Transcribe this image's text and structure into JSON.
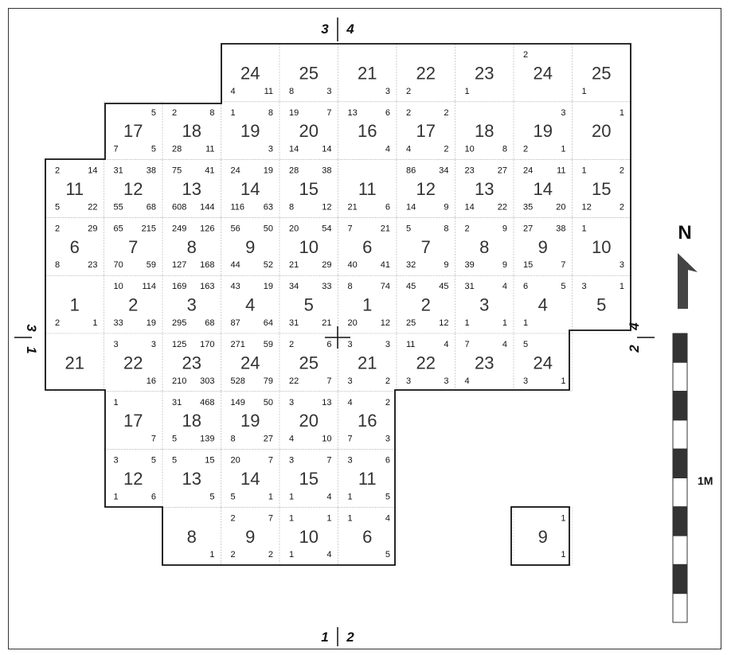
{
  "zone_labels": {
    "top": [
      "3",
      "4"
    ],
    "bottom": [
      "1",
      "2"
    ],
    "left": [
      "3",
      "1"
    ],
    "right": [
      "2",
      "4"
    ]
  },
  "north_label": "N",
  "scale_label": "1M",
  "cells": [
    {
      "row": 0,
      "col": 3,
      "n": "24",
      "tl": "",
      "tr": "",
      "bl": "4",
      "br": "11"
    },
    {
      "row": 0,
      "col": 4,
      "n": "25",
      "tl": "",
      "tr": "",
      "bl": "8",
      "br": "3"
    },
    {
      "row": 0,
      "col": 5,
      "n": "21",
      "tl": "",
      "tr": "",
      "bl": "",
      "br": "3"
    },
    {
      "row": 0,
      "col": 6,
      "n": "22",
      "tl": "",
      "tr": "",
      "bl": "2",
      "br": ""
    },
    {
      "row": 0,
      "col": 7,
      "n": "23",
      "tl": "",
      "tr": "",
      "bl": "1",
      "br": ""
    },
    {
      "row": 0,
      "col": 8,
      "n": "24",
      "tl": "2",
      "tr": "",
      "bl": "",
      "br": ""
    },
    {
      "row": 0,
      "col": 9,
      "n": "25",
      "tl": "",
      "tr": "",
      "bl": "1",
      "br": ""
    },
    {
      "row": 1,
      "col": 1,
      "n": "17",
      "tl": "",
      "tr": "5",
      "bl": "7",
      "br": "5"
    },
    {
      "row": 1,
      "col": 2,
      "n": "18",
      "tl": "2",
      "tr": "8",
      "bl": "28",
      "br": "11"
    },
    {
      "row": 1,
      "col": 3,
      "n": "19",
      "tl": "1",
      "tr": "8",
      "bl": "",
      "br": "3"
    },
    {
      "row": 1,
      "col": 4,
      "n": "20",
      "tl": "19",
      "tr": "7",
      "bl": "14",
      "br": "14"
    },
    {
      "row": 1,
      "col": 5,
      "n": "16",
      "tl": "13",
      "tr": "6",
      "bl": "",
      "br": "4"
    },
    {
      "row": 1,
      "col": 6,
      "n": "17",
      "tl": "2",
      "tr": "2",
      "bl": "4",
      "br": "2"
    },
    {
      "row": 1,
      "col": 7,
      "n": "18",
      "tl": "",
      "tr": "",
      "bl": "10",
      "br": "8"
    },
    {
      "row": 1,
      "col": 8,
      "n": "19",
      "tl": "",
      "tr": "3",
      "bl": "2",
      "br": "1"
    },
    {
      "row": 1,
      "col": 9,
      "n": "20",
      "tl": "",
      "tr": "1",
      "bl": "",
      "br": ""
    },
    {
      "row": 2,
      "col": 0,
      "n": "11",
      "tl": "2",
      "tr": "14",
      "bl": "5",
      "br": "22"
    },
    {
      "row": 2,
      "col": 1,
      "n": "12",
      "tl": "31",
      "tr": "38",
      "bl": "55",
      "br": "68"
    },
    {
      "row": 2,
      "col": 2,
      "n": "13",
      "tl": "75",
      "tr": "41",
      "bl": "608",
      "br": "144"
    },
    {
      "row": 2,
      "col": 3,
      "n": "14",
      "tl": "24",
      "tr": "19",
      "bl": "116",
      "br": "63"
    },
    {
      "row": 2,
      "col": 4,
      "n": "15",
      "tl": "28",
      "tr": "38",
      "bl": "8",
      "br": "12"
    },
    {
      "row": 2,
      "col": 5,
      "n": "11",
      "tl": "",
      "tr": "",
      "bl": "21",
      "br": "6"
    },
    {
      "row": 2,
      "col": 6,
      "n": "12",
      "tl": "86",
      "tr": "34",
      "bl": "14",
      "br": "9"
    },
    {
      "row": 2,
      "col": 7,
      "n": "13",
      "tl": "23",
      "tr": "27",
      "bl": "14",
      "br": "22"
    },
    {
      "row": 2,
      "col": 8,
      "n": "14",
      "tl": "24",
      "tr": "11",
      "bl": "35",
      "br": "20"
    },
    {
      "row": 2,
      "col": 9,
      "n": "15",
      "tl": "1",
      "tr": "2",
      "bl": "12",
      "br": "2"
    },
    {
      "row": 3,
      "col": 0,
      "n": "6",
      "tl": "2",
      "tr": "29",
      "bl": "8",
      "br": "23"
    },
    {
      "row": 3,
      "col": 1,
      "n": "7",
      "tl": "65",
      "tr": "215",
      "bl": "70",
      "br": "59"
    },
    {
      "row": 3,
      "col": 2,
      "n": "8",
      "tl": "249",
      "tr": "126",
      "bl": "127",
      "br": "168"
    },
    {
      "row": 3,
      "col": 3,
      "n": "9",
      "tl": "56",
      "tr": "50",
      "bl": "44",
      "br": "52"
    },
    {
      "row": 3,
      "col": 4,
      "n": "10",
      "tl": "20",
      "tr": "54",
      "bl": "21",
      "br": "29"
    },
    {
      "row": 3,
      "col": 5,
      "n": "6",
      "tl": "7",
      "tr": "21",
      "bl": "40",
      "br": "41"
    },
    {
      "row": 3,
      "col": 6,
      "n": "7",
      "tl": "5",
      "tr": "8",
      "bl": "32",
      "br": "9"
    },
    {
      "row": 3,
      "col": 7,
      "n": "8",
      "tl": "2",
      "tr": "9",
      "bl": "39",
      "br": "9"
    },
    {
      "row": 3,
      "col": 8,
      "n": "9",
      "tl": "27",
      "tr": "38",
      "bl": "15",
      "br": "7"
    },
    {
      "row": 3,
      "col": 9,
      "n": "10",
      "tl": "1",
      "tr": "",
      "bl": "",
      "br": "3"
    },
    {
      "row": 4,
      "col": 0,
      "n": "1",
      "tl": "",
      "tr": "",
      "bl": "2",
      "br": "1"
    },
    {
      "row": 4,
      "col": 1,
      "n": "2",
      "tl": "10",
      "tr": "114",
      "bl": "33",
      "br": "19"
    },
    {
      "row": 4,
      "col": 2,
      "n": "3",
      "tl": "169",
      "tr": "163",
      "bl": "295",
      "br": "68"
    },
    {
      "row": 4,
      "col": 3,
      "n": "4",
      "tl": "43",
      "tr": "19",
      "bl": "87",
      "br": "64"
    },
    {
      "row": 4,
      "col": 4,
      "n": "5",
      "tl": "34",
      "tr": "33",
      "bl": "31",
      "br": "21"
    },
    {
      "row": 4,
      "col": 5,
      "n": "1",
      "tl": "8",
      "tr": "74",
      "bl": "20",
      "br": "12"
    },
    {
      "row": 4,
      "col": 6,
      "n": "2",
      "tl": "45",
      "tr": "45",
      "bl": "25",
      "br": "12"
    },
    {
      "row": 4,
      "col": 7,
      "n": "3",
      "tl": "31",
      "tr": "4",
      "bl": "1",
      "br": "1"
    },
    {
      "row": 4,
      "col": 8,
      "n": "4",
      "tl": "6",
      "tr": "5",
      "bl": "1",
      "br": ""
    },
    {
      "row": 4,
      "col": 9,
      "n": "5",
      "tl": "3",
      "tr": "1",
      "bl": "",
      "br": ""
    },
    {
      "row": 5,
      "col": 0,
      "n": "21",
      "tl": "",
      "tr": "",
      "bl": "",
      "br": ""
    },
    {
      "row": 5,
      "col": 1,
      "n": "22",
      "tl": "3",
      "tr": "3",
      "bl": "",
      "br": "16"
    },
    {
      "row": 5,
      "col": 2,
      "n": "23",
      "tl": "125",
      "tr": "170",
      "bl": "210",
      "br": "303"
    },
    {
      "row": 5,
      "col": 3,
      "n": "24",
      "tl": "271",
      "tr": "59",
      "bl": "528",
      "br": "79"
    },
    {
      "row": 5,
      "col": 4,
      "n": "25",
      "tl": "2",
      "tr": "6",
      "bl": "22",
      "br": "7"
    },
    {
      "row": 5,
      "col": 5,
      "n": "21",
      "tl": "3",
      "tr": "3",
      "bl": "3",
      "br": "2"
    },
    {
      "row": 5,
      "col": 6,
      "n": "22",
      "tl": "11",
      "tr": "4",
      "bl": "3",
      "br": "3"
    },
    {
      "row": 5,
      "col": 7,
      "n": "23",
      "tl": "7",
      "tr": "4",
      "bl": "4",
      "br": ""
    },
    {
      "row": 5,
      "col": 8,
      "n": "24",
      "tl": "5",
      "tr": "",
      "bl": "3",
      "br": "1"
    },
    {
      "row": 6,
      "col": 1,
      "n": "17",
      "tl": "1",
      "tr": "",
      "bl": "",
      "br": "7"
    },
    {
      "row": 6,
      "col": 2,
      "n": "18",
      "tl": "31",
      "tr": "468",
      "bl": "5",
      "br": "139"
    },
    {
      "row": 6,
      "col": 3,
      "n": "19",
      "tl": "149",
      "tr": "50",
      "bl": "8",
      "br": "27"
    },
    {
      "row": 6,
      "col": 4,
      "n": "20",
      "tl": "3",
      "tr": "13",
      "bl": "4",
      "br": "10"
    },
    {
      "row": 6,
      "col": 5,
      "n": "16",
      "tl": "4",
      "tr": "2",
      "bl": "7",
      "br": "3"
    },
    {
      "row": 7,
      "col": 1,
      "n": "12",
      "tl": "3",
      "tr": "5",
      "bl": "1",
      "br": "6"
    },
    {
      "row": 7,
      "col": 2,
      "n": "13",
      "tl": "5",
      "tr": "15",
      "bl": "",
      "br": "5"
    },
    {
      "row": 7,
      "col": 3,
      "n": "14",
      "tl": "20",
      "tr": "7",
      "bl": "5",
      "br": "1"
    },
    {
      "row": 7,
      "col": 4,
      "n": "15",
      "tl": "3",
      "tr": "7",
      "bl": "1",
      "br": "4"
    },
    {
      "row": 7,
      "col": 5,
      "n": "11",
      "tl": "3",
      "tr": "6",
      "bl": "1",
      "br": "5"
    },
    {
      "row": 8,
      "col": 2,
      "n": "8",
      "tl": "",
      "tr": "",
      "bl": "",
      "br": "1"
    },
    {
      "row": 8,
      "col": 3,
      "n": "9",
      "tl": "2",
      "tr": "7",
      "bl": "2",
      "br": "2"
    },
    {
      "row": 8,
      "col": 4,
      "n": "10",
      "tl": "1",
      "tr": "1",
      "bl": "1",
      "br": "4"
    },
    {
      "row": 8,
      "col": 5,
      "n": "6",
      "tl": "1",
      "tr": "4",
      "bl": "",
      "br": "5"
    },
    {
      "row": 8,
      "col": 8,
      "n": "9",
      "tl": "",
      "tr": "1",
      "bl": "",
      "br": "1"
    }
  ]
}
